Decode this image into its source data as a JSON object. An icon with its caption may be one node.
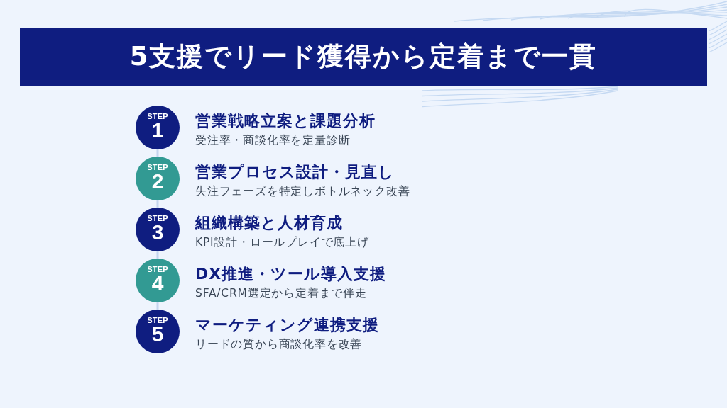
{
  "diagram": {
    "title": "5支援でリード獲得から定着まで一貫",
    "nodes": [
      {
        "text": [
          "STEP",
          "1"
        ],
        "beside": [
          "営業戦略立案と課題分析",
          "受注率・商談化率を定量診断"
        ]
      },
      {
        "text": [
          "STEP",
          "2"
        ],
        "beside": [
          "営業プロセス設計・見直し",
          "失注フェーズを特定しボトルネック改善"
        ]
      },
      {
        "text": [
          "STEP",
          "3"
        ],
        "beside": [
          "組織構築と人材育成",
          "KPI設計・ロールプレイで底上げ"
        ]
      },
      {
        "text": [
          "STEP",
          "4"
        ],
        "beside": [
          "DX推進・ツール導入支援",
          "SFA/CRM選定から定着まで伴走"
        ]
      },
      {
        "text": [
          "STEP",
          "5"
        ],
        "beside": [
          "マーケティング連携支援",
          "リードの質から商談化率を改善"
        ]
      }
    ],
    "edges": [
      {
        "from": 0,
        "to": 1,
        "arrow": "none"
      },
      {
        "from": 1,
        "to": 2,
        "arrow": "none"
      },
      {
        "from": 2,
        "to": 3,
        "arrow": "none"
      },
      {
        "from": 3,
        "to": 4,
        "arrow": "none"
      }
    ]
  }
}
